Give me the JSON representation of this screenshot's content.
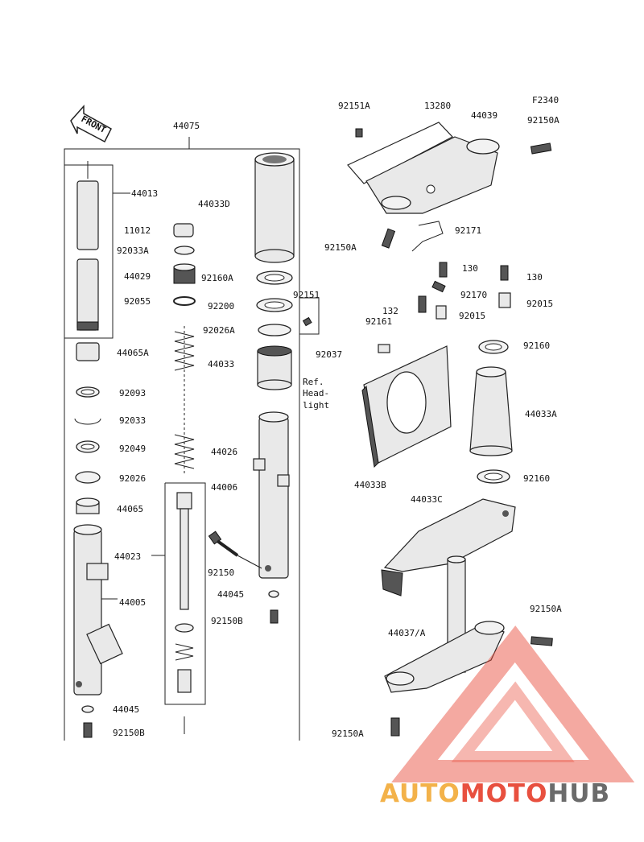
{
  "diagram": {
    "code": "F2340",
    "front_label": "FRONT",
    "ref_note": [
      "Ref.",
      "Head-",
      "light"
    ],
    "callouts": {
      "c44075": "44075",
      "c44013": "44013",
      "c44033D": "44033D",
      "c11012": "11012",
      "c92033A": "92033A",
      "c44029": "44029",
      "c92160A": "92160A",
      "c92055": "92055",
      "c92200": "92200",
      "c92151": "92151",
      "c92026A": "92026A",
      "c44065A": "44065A",
      "c44033": "44033",
      "c92093": "92093",
      "c92033": "92033",
      "c92049": "92049",
      "c44026": "44026",
      "c92026": "92026",
      "c44006": "44006",
      "c44065": "44065",
      "c44023": "44023",
      "c92150": "92150",
      "c44005": "44005",
      "c44045a": "44045",
      "c92150Ba": "92150B",
      "c44045b": "44045",
      "c92150Bb": "92150B",
      "c92151A": "92151A",
      "c13280": "13280",
      "c44039": "44039",
      "c92150Aa": "92150A",
      "c92150Ab": "92150A",
      "c92171": "92171",
      "c130a": "130",
      "c130b": "130",
      "c92170": "92170",
      "c132": "132",
      "c92015a": "92015",
      "c92015b": "92015",
      "c92161": "92161",
      "c92037": "92037",
      "c92160a": "92160",
      "c44033A": "44033A",
      "c44033B": "44033B",
      "c92160b": "92160",
      "c44033C": "44033C",
      "c92150Ac": "92150A",
      "c44037A": "44037/A",
      "c92150Ad": "92150A"
    }
  },
  "watermark": {
    "brand_part1": "AUTO",
    "brand_part2": "MOTO",
    "brand_part3": "HUB",
    "colors": {
      "auto": "#f3b24a",
      "moto": "#e8503f",
      "hub": "#6b6b6b",
      "triangle": "#e8503f"
    }
  }
}
